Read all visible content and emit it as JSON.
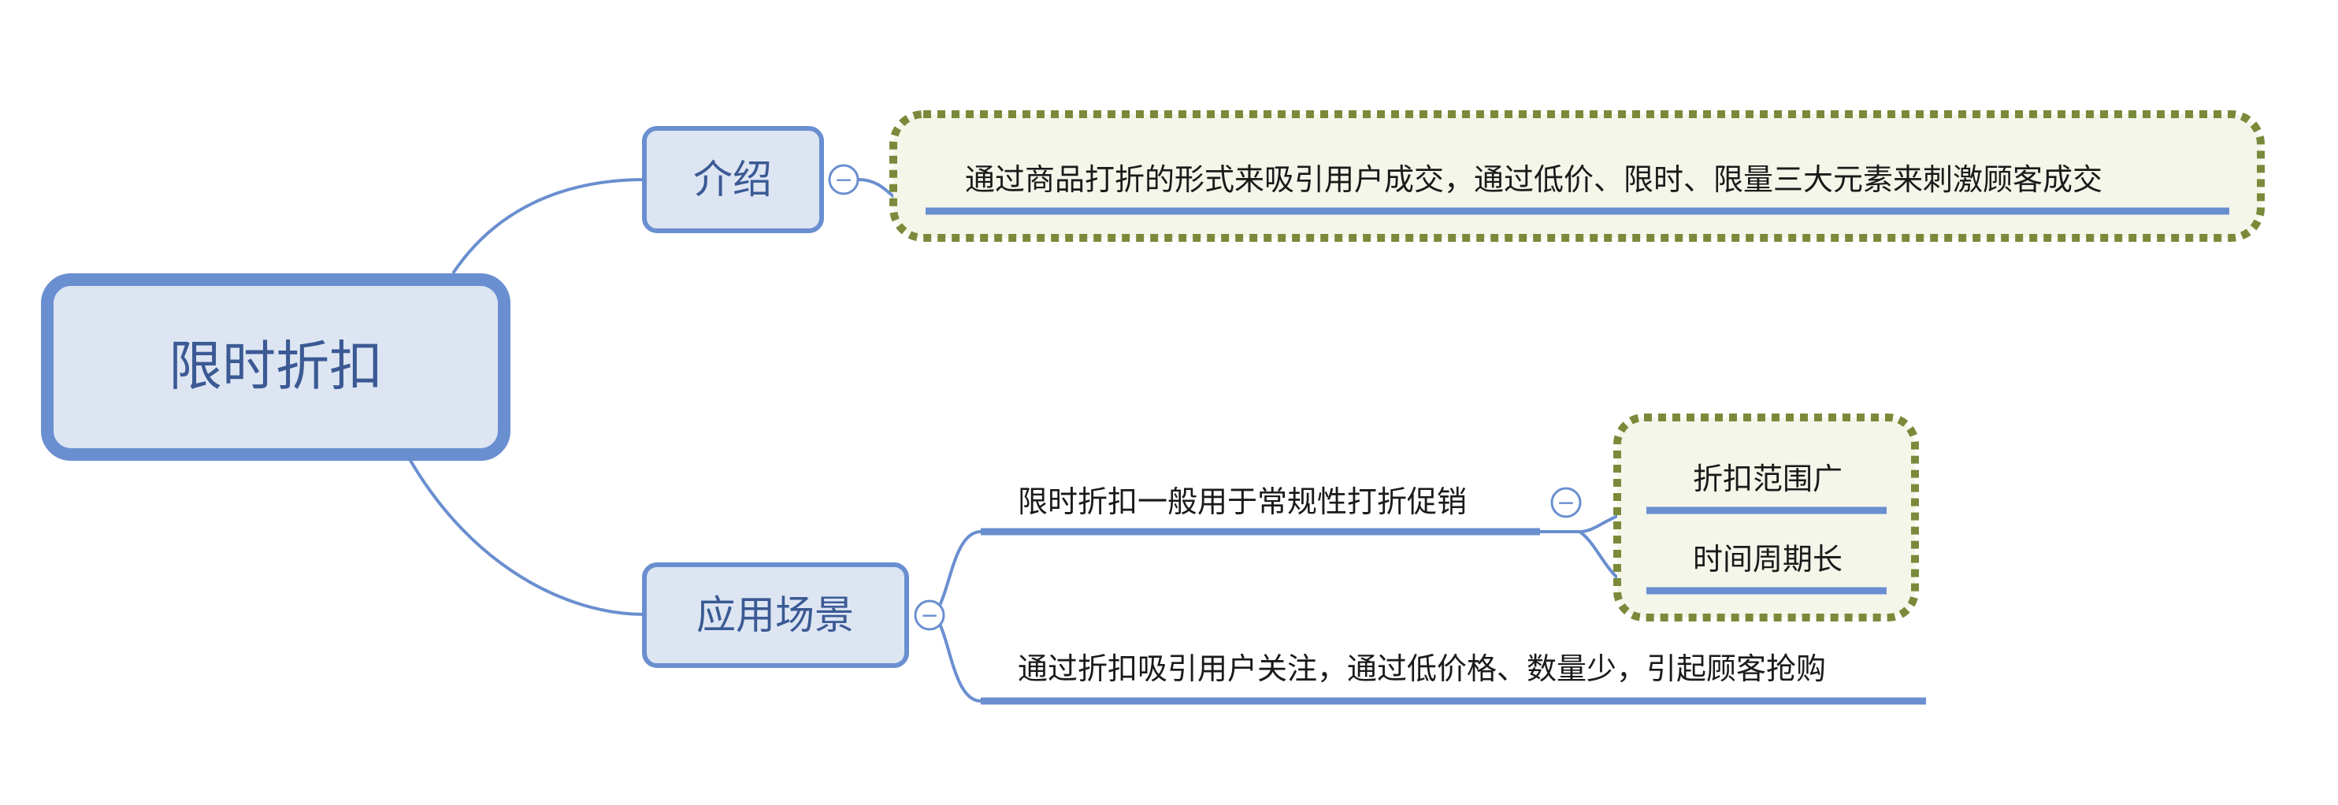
{
  "mindmap": {
    "root": {
      "label": "限时折扣"
    },
    "branches": {
      "intro": {
        "label": "介绍",
        "children": [
          {
            "label": "通过商品打折的形式来吸引用户成交，通过低价、限时、限量三大元素来刺激顾客成交"
          }
        ]
      },
      "scenes": {
        "label": "应用场景",
        "children": [
          {
            "label": "限时折扣一般用于常规性打折促销",
            "children": [
              {
                "label": "折扣范围广"
              },
              {
                "label": "时间周期长"
              }
            ]
          },
          {
            "label": "通过折扣吸引用户关注，通过低价格、数量少，引起顾客抢购"
          }
        ]
      }
    },
    "collapse_symbol": "−"
  },
  "colors": {
    "node_border": "#6a8fd0",
    "node_fill": "#dde5f3",
    "node_text": "#3b5a94",
    "line": "#6a8fd0",
    "underline": "#6a8fd0",
    "leaf_text": "#1a1a1a",
    "boundary_border": "#7a8a3a",
    "boundary_fill": "#f4f6ea"
  }
}
